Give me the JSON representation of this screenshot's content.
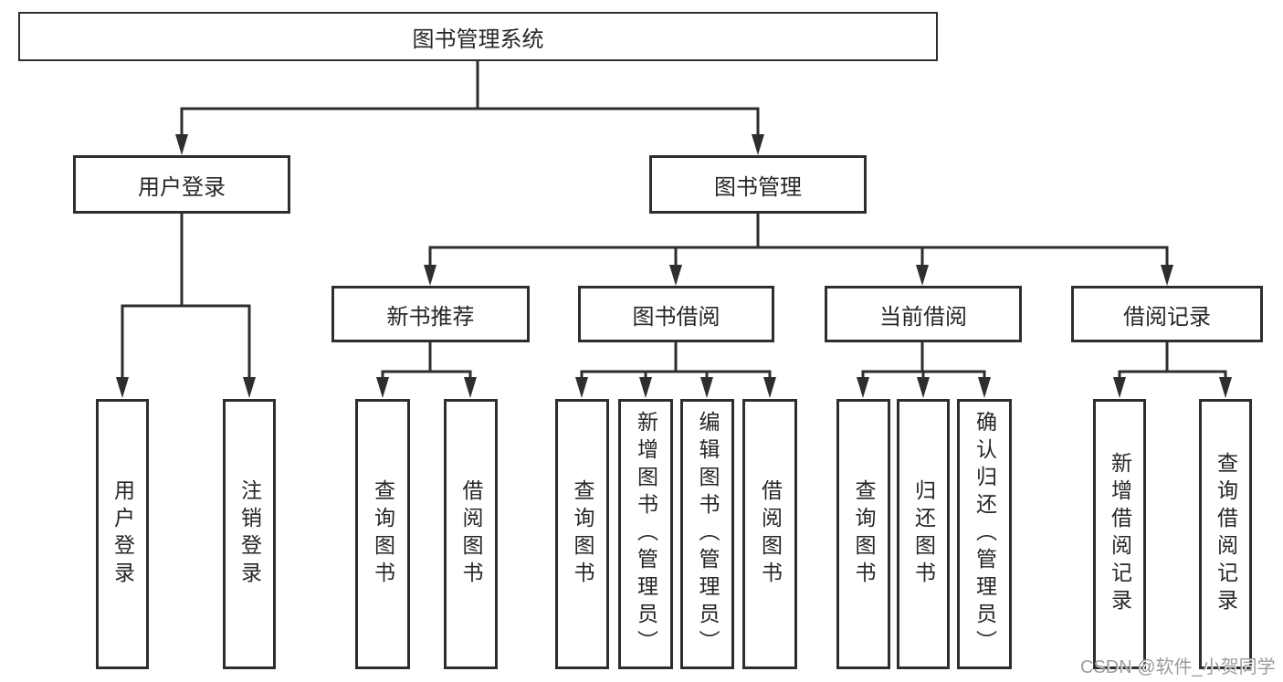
{
  "diagram": {
    "root": {
      "label": "图书管理系统"
    },
    "children": [
      {
        "label": "用户登录",
        "children": [
          {
            "label": "用户登录"
          },
          {
            "label": "注销登录"
          }
        ]
      },
      {
        "label": "图书管理",
        "children": [
          {
            "label": "新书推荐",
            "children": [
              {
                "label": "查询图书"
              },
              {
                "label": "借阅图书"
              }
            ]
          },
          {
            "label": "图书借阅",
            "children": [
              {
                "label": "查询图书"
              },
              {
                "label": "新增图书（管理员）"
              },
              {
                "label": "编辑图书（管理员）"
              },
              {
                "label": "借阅图书"
              }
            ]
          },
          {
            "label": "当前借阅",
            "children": [
              {
                "label": "查询图书"
              },
              {
                "label": "归还图书"
              },
              {
                "label": "确认归还（管理员）"
              }
            ]
          },
          {
            "label": "借阅记录",
            "children": [
              {
                "label": "新增借阅记录"
              },
              {
                "label": "查询借阅记录"
              }
            ]
          }
        ]
      }
    ]
  },
  "watermark": "CSDN @软件_小贺同学",
  "colors": {
    "line": "#2e2e2e",
    "text": "#262626",
    "watermark": "#9c9c9c",
    "background": "#ffffff"
  }
}
